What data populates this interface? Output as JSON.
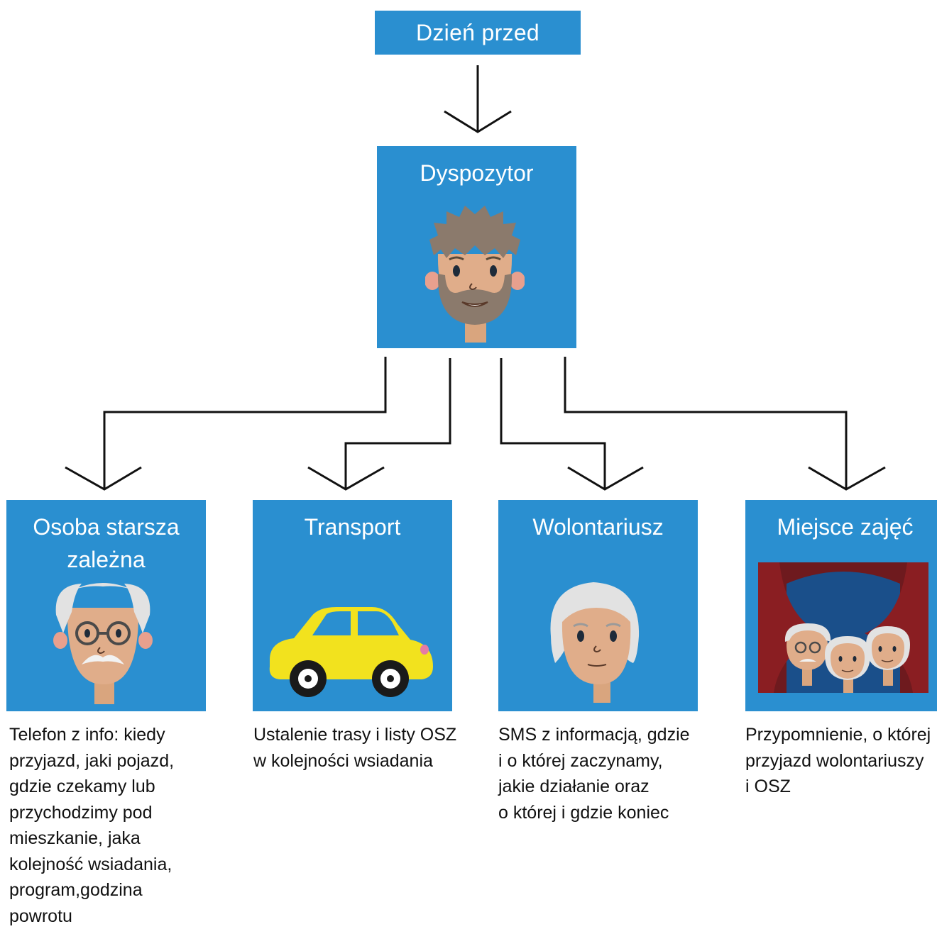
{
  "top": {
    "label": "Dzień przed"
  },
  "dispatcher": {
    "label": "Dyspozytor"
  },
  "children": [
    {
      "title": "Osoba starsza\nzależna",
      "description": "Telefon z info: kiedy\nprzyjazd, jaki pojazd,\ngdzie czekamy lub\nprzychodzimy pod\nmieszkanie, jaka\nkolejność wsiadania,\nprogram,godzina\npowrotu"
    },
    {
      "title": "Transport",
      "description": "Ustalenie trasy i listy OSZ\nw kolejności wsiadania"
    },
    {
      "title": "Wolontariusz",
      "description": "SMS z informacją, gdzie\ni o której zaczynamy,\njakie działanie oraz\no której i gdzie koniec"
    },
    {
      "title": "Miejsce zajęć",
      "description": "Przypomnienie, o której\nprzyjazd wolontariuszy\ni OSZ"
    }
  ],
  "colors": {
    "box": "#2a8fd0",
    "text_on_box": "#ffffff",
    "arrow": "#111111"
  },
  "icons": [
    "bearded-man-face-icon",
    "elderly-man-glasses-icon",
    "yellow-car-icon",
    "volunteer-face-icon",
    "theater-seniors-icon"
  ]
}
